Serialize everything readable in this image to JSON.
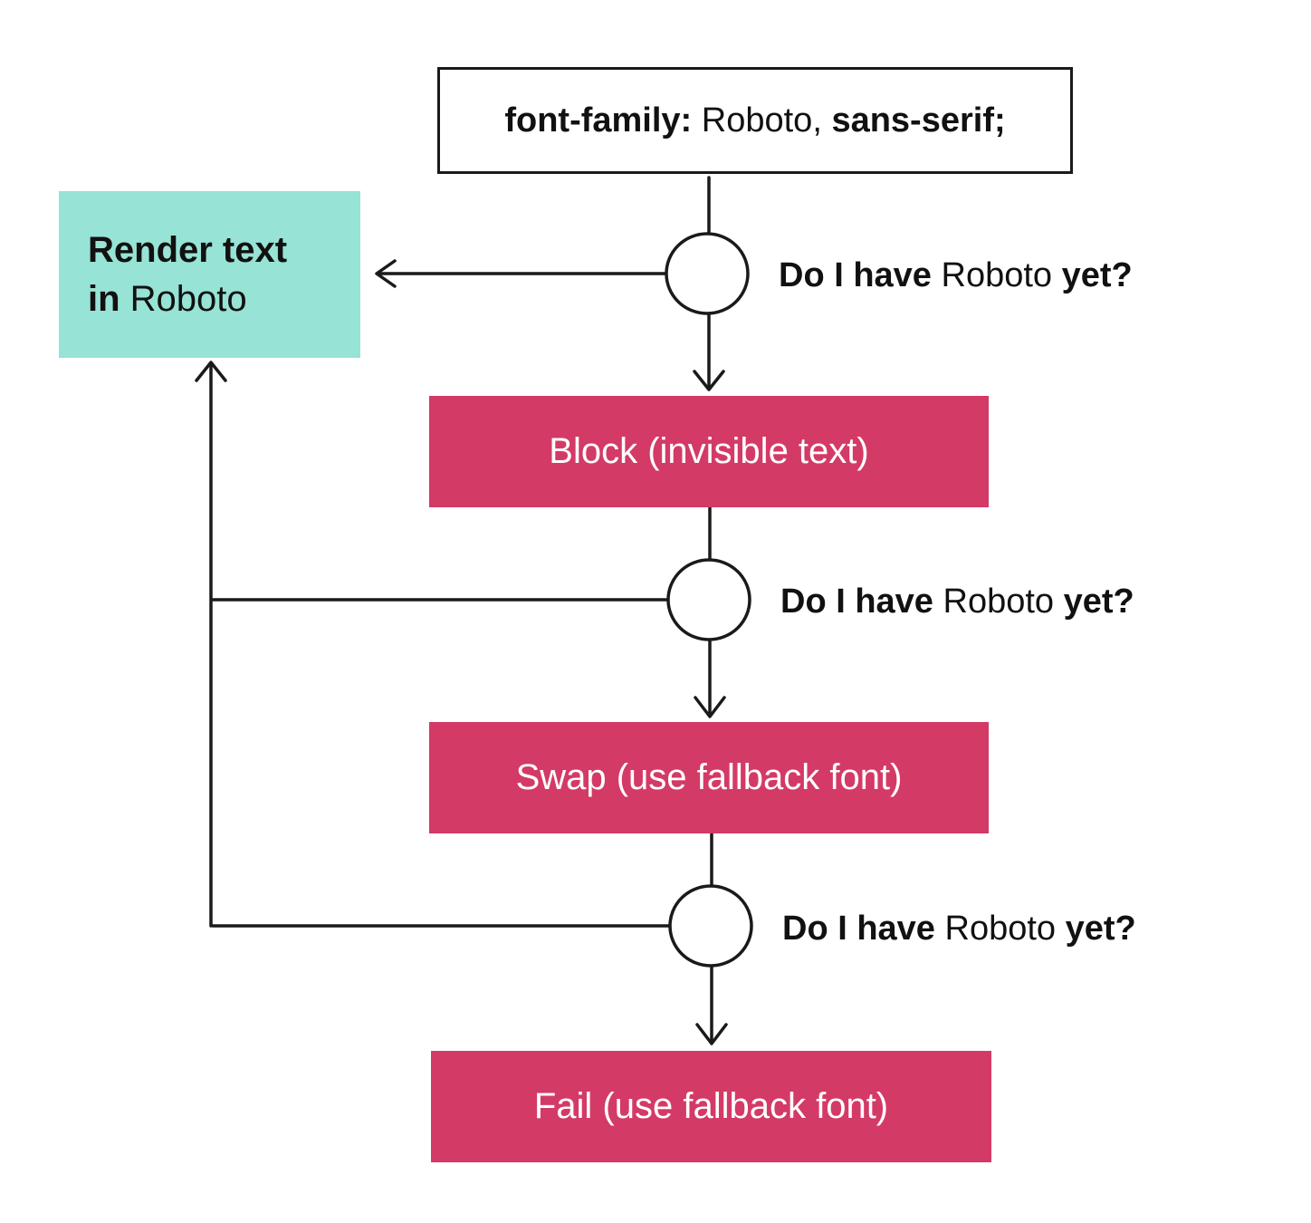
{
  "start": {
    "property": "font-family:",
    "font_name": "Roboto,",
    "fallback": "sans-serif;"
  },
  "render": {
    "line1": "Render text",
    "line2_prefix": "in",
    "line2_font": "Roboto"
  },
  "questions": [
    {
      "lead": "Do I have",
      "font": "Roboto",
      "tail": "yet?"
    },
    {
      "lead": "Do I have",
      "font": "Roboto",
      "tail": "yet?"
    },
    {
      "lead": "Do I have",
      "font": "Roboto",
      "tail": "yet?"
    }
  ],
  "states": {
    "block": "Block (invisible text)",
    "swap": "Swap (use fallback font)",
    "fail": "Fail (use fallback font)"
  },
  "colors": {
    "render_fill": "#97e3d5",
    "state_fill": "#d43a66",
    "line": "#1a1a1a"
  }
}
